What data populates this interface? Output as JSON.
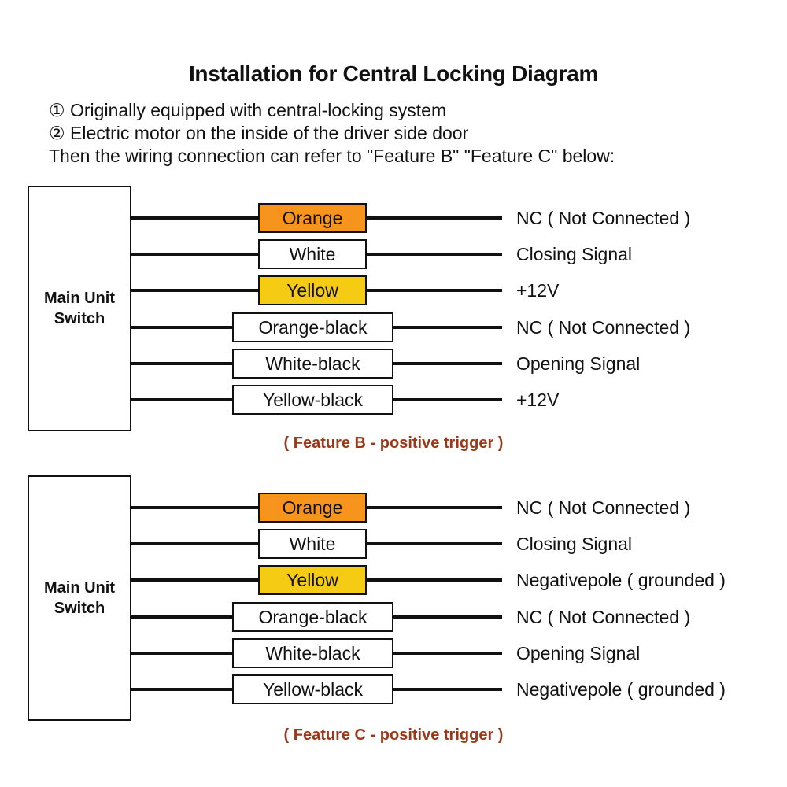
{
  "page": {
    "title": "Installation for Central Locking Diagram",
    "intro_lines": [
      "① Originally equipped with central-locking system",
      "② Electric motor on the inside of the driver side door",
      "Then the wiring connection can refer to \"Feature B\" \"Feature C\" below:"
    ]
  },
  "colors": {
    "wire_black": "#111111",
    "orange_fill": "#F7941D",
    "yellow_fill": "#F6CB13",
    "white_fill": "#FFFFFF",
    "caption_brown": "#99391B"
  },
  "diagrams": [
    {
      "unit_label_line1": "Main Unit",
      "unit_label_line2": "Switch",
      "caption": "( Feature B - positive trigger )",
      "rows": [
        {
          "wire_label": "Orange",
          "fill": "#F7941D",
          "signal": "NC ( Not Connected )"
        },
        {
          "wire_label": "White",
          "fill": "#FFFFFF",
          "signal": "Closing Signal"
        },
        {
          "wire_label": "Yellow",
          "fill": "#F6CB13",
          "signal": "+12V"
        },
        {
          "wire_label": "Orange-black",
          "fill": "#FFFFFF",
          "signal": "NC ( Not Connected )"
        },
        {
          "wire_label": "White-black",
          "fill": "#FFFFFF",
          "signal": "Opening Signal"
        },
        {
          "wire_label": "Yellow-black",
          "fill": "#FFFFFF",
          "signal": "+12V"
        }
      ]
    },
    {
      "unit_label_line1": "Main Unit",
      "unit_label_line2": "Switch",
      "caption": "( Feature C - positive trigger )",
      "rows": [
        {
          "wire_label": "Orange",
          "fill": "#F7941D",
          "signal": "NC ( Not Connected )"
        },
        {
          "wire_label": "White",
          "fill": "#FFFFFF",
          "signal": "Closing Signal"
        },
        {
          "wire_label": "Yellow",
          "fill": "#F6CB13",
          "signal": "Negativepole ( grounded )"
        },
        {
          "wire_label": "Orange-black",
          "fill": "#FFFFFF",
          "signal": "NC ( Not Connected )"
        },
        {
          "wire_label": "White-black",
          "fill": "#FFFFFF",
          "signal": "Opening Signal"
        },
        {
          "wire_label": "Yellow-black",
          "fill": "#FFFFFF",
          "signal": "Negativepole ( grounded )"
        }
      ]
    }
  ]
}
